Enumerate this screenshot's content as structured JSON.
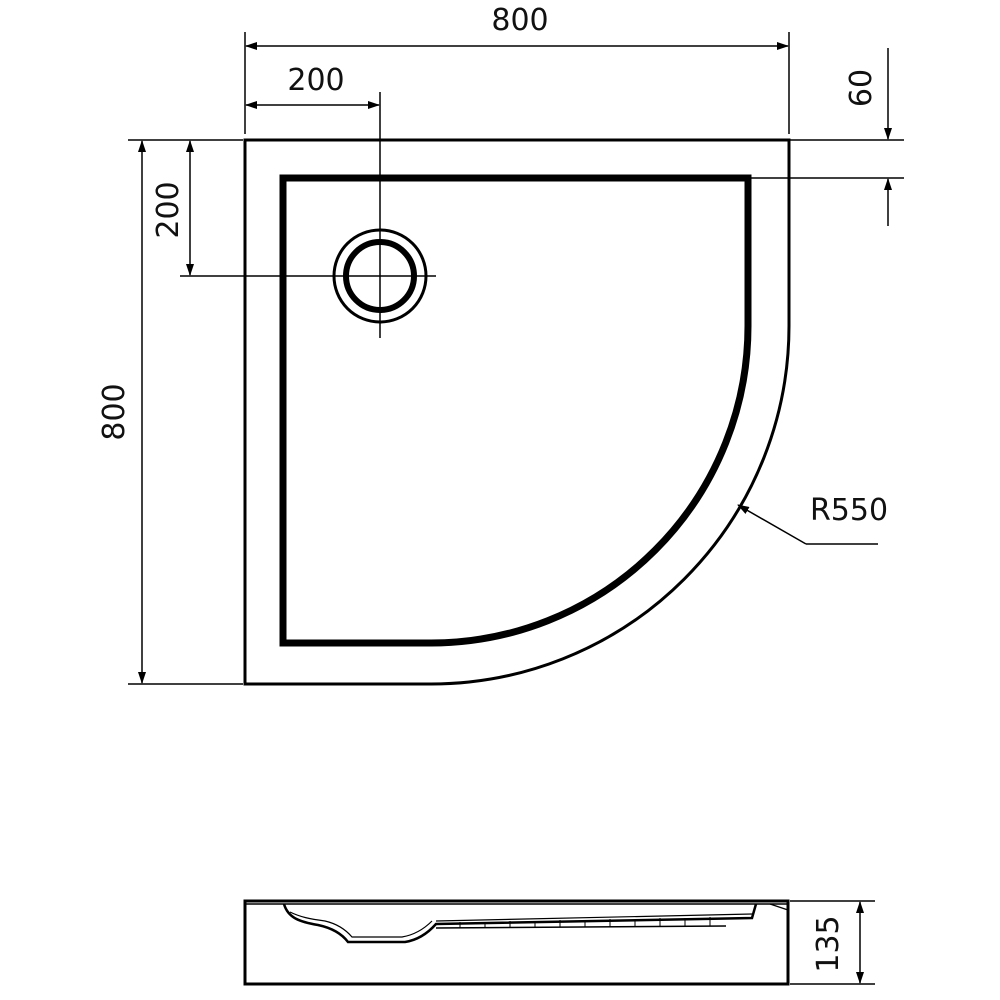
{
  "dimensions": {
    "overall_width": "800",
    "drain_offset_x": "200",
    "rim_width": "60",
    "drain_offset_y": "200",
    "overall_depth": "800",
    "radius": "R550",
    "height": "135"
  },
  "colors": {
    "line": "#000000",
    "background": "#ffffff"
  }
}
